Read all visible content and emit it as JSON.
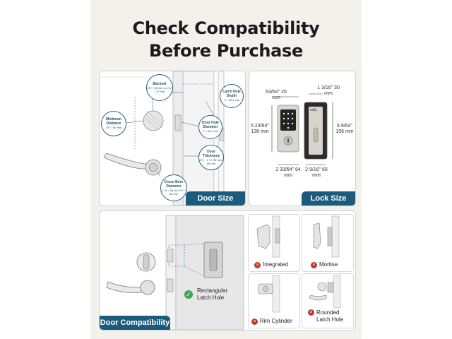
{
  "title": {
    "line1": "Check Compatibility",
    "line2": "Before Purchase"
  },
  "door_size": {
    "tag": "Door Size",
    "backset_title": "Backset",
    "backset_value": "2⅜\" / 60 mm or 2¾\" / 70 mm",
    "min_distance_title": "Minimum Distance",
    "min_distance_value": "2⅜\" / 60 mm",
    "latch_depth_title": "Latch Hole Depth",
    "latch_depth_value": "1\" / 25.4 mm",
    "door_hole_title": "Door Hole Diameter",
    "door_hole_value": "1\" / 25.4 mm",
    "thickness_title": "Door Thickness",
    "thickness_value": "1⅜\" - 2 ¼\" 35 mm-55 mm",
    "crossbore_title": "Cross Bore Diameter",
    "crossbore_value": "1 ½\" / 38 mm 2⅛\" / 54 mm"
  },
  "lock_size": {
    "tag": "Lock Size",
    "keypad_width": "63/64\" 25 mm",
    "keypad_height": "5 23/64\" 136 mm",
    "keypad_depth": "2 33/64\" 64 mm",
    "lever_width": "1 3/16\" 30 mm",
    "lever_height": "6 9/64\" 156 mm",
    "lever_depth": "2 9/16\" 65 mm",
    "brand": "eufy"
  },
  "door_compat": {
    "tag": "Door Compatibility",
    "rect_label": "Rectangular Latch Hole",
    "options": [
      {
        "label": "Integrated"
      },
      {
        "label": "Mortise"
      },
      {
        "label": "Rim Cylinder"
      },
      {
        "label": "Rounded Latch Hole"
      }
    ]
  },
  "colors": {
    "accent": "#1c5b7b",
    "check": "#3aa655",
    "cross": "#c0392b",
    "background": "#f3f1ec"
  }
}
